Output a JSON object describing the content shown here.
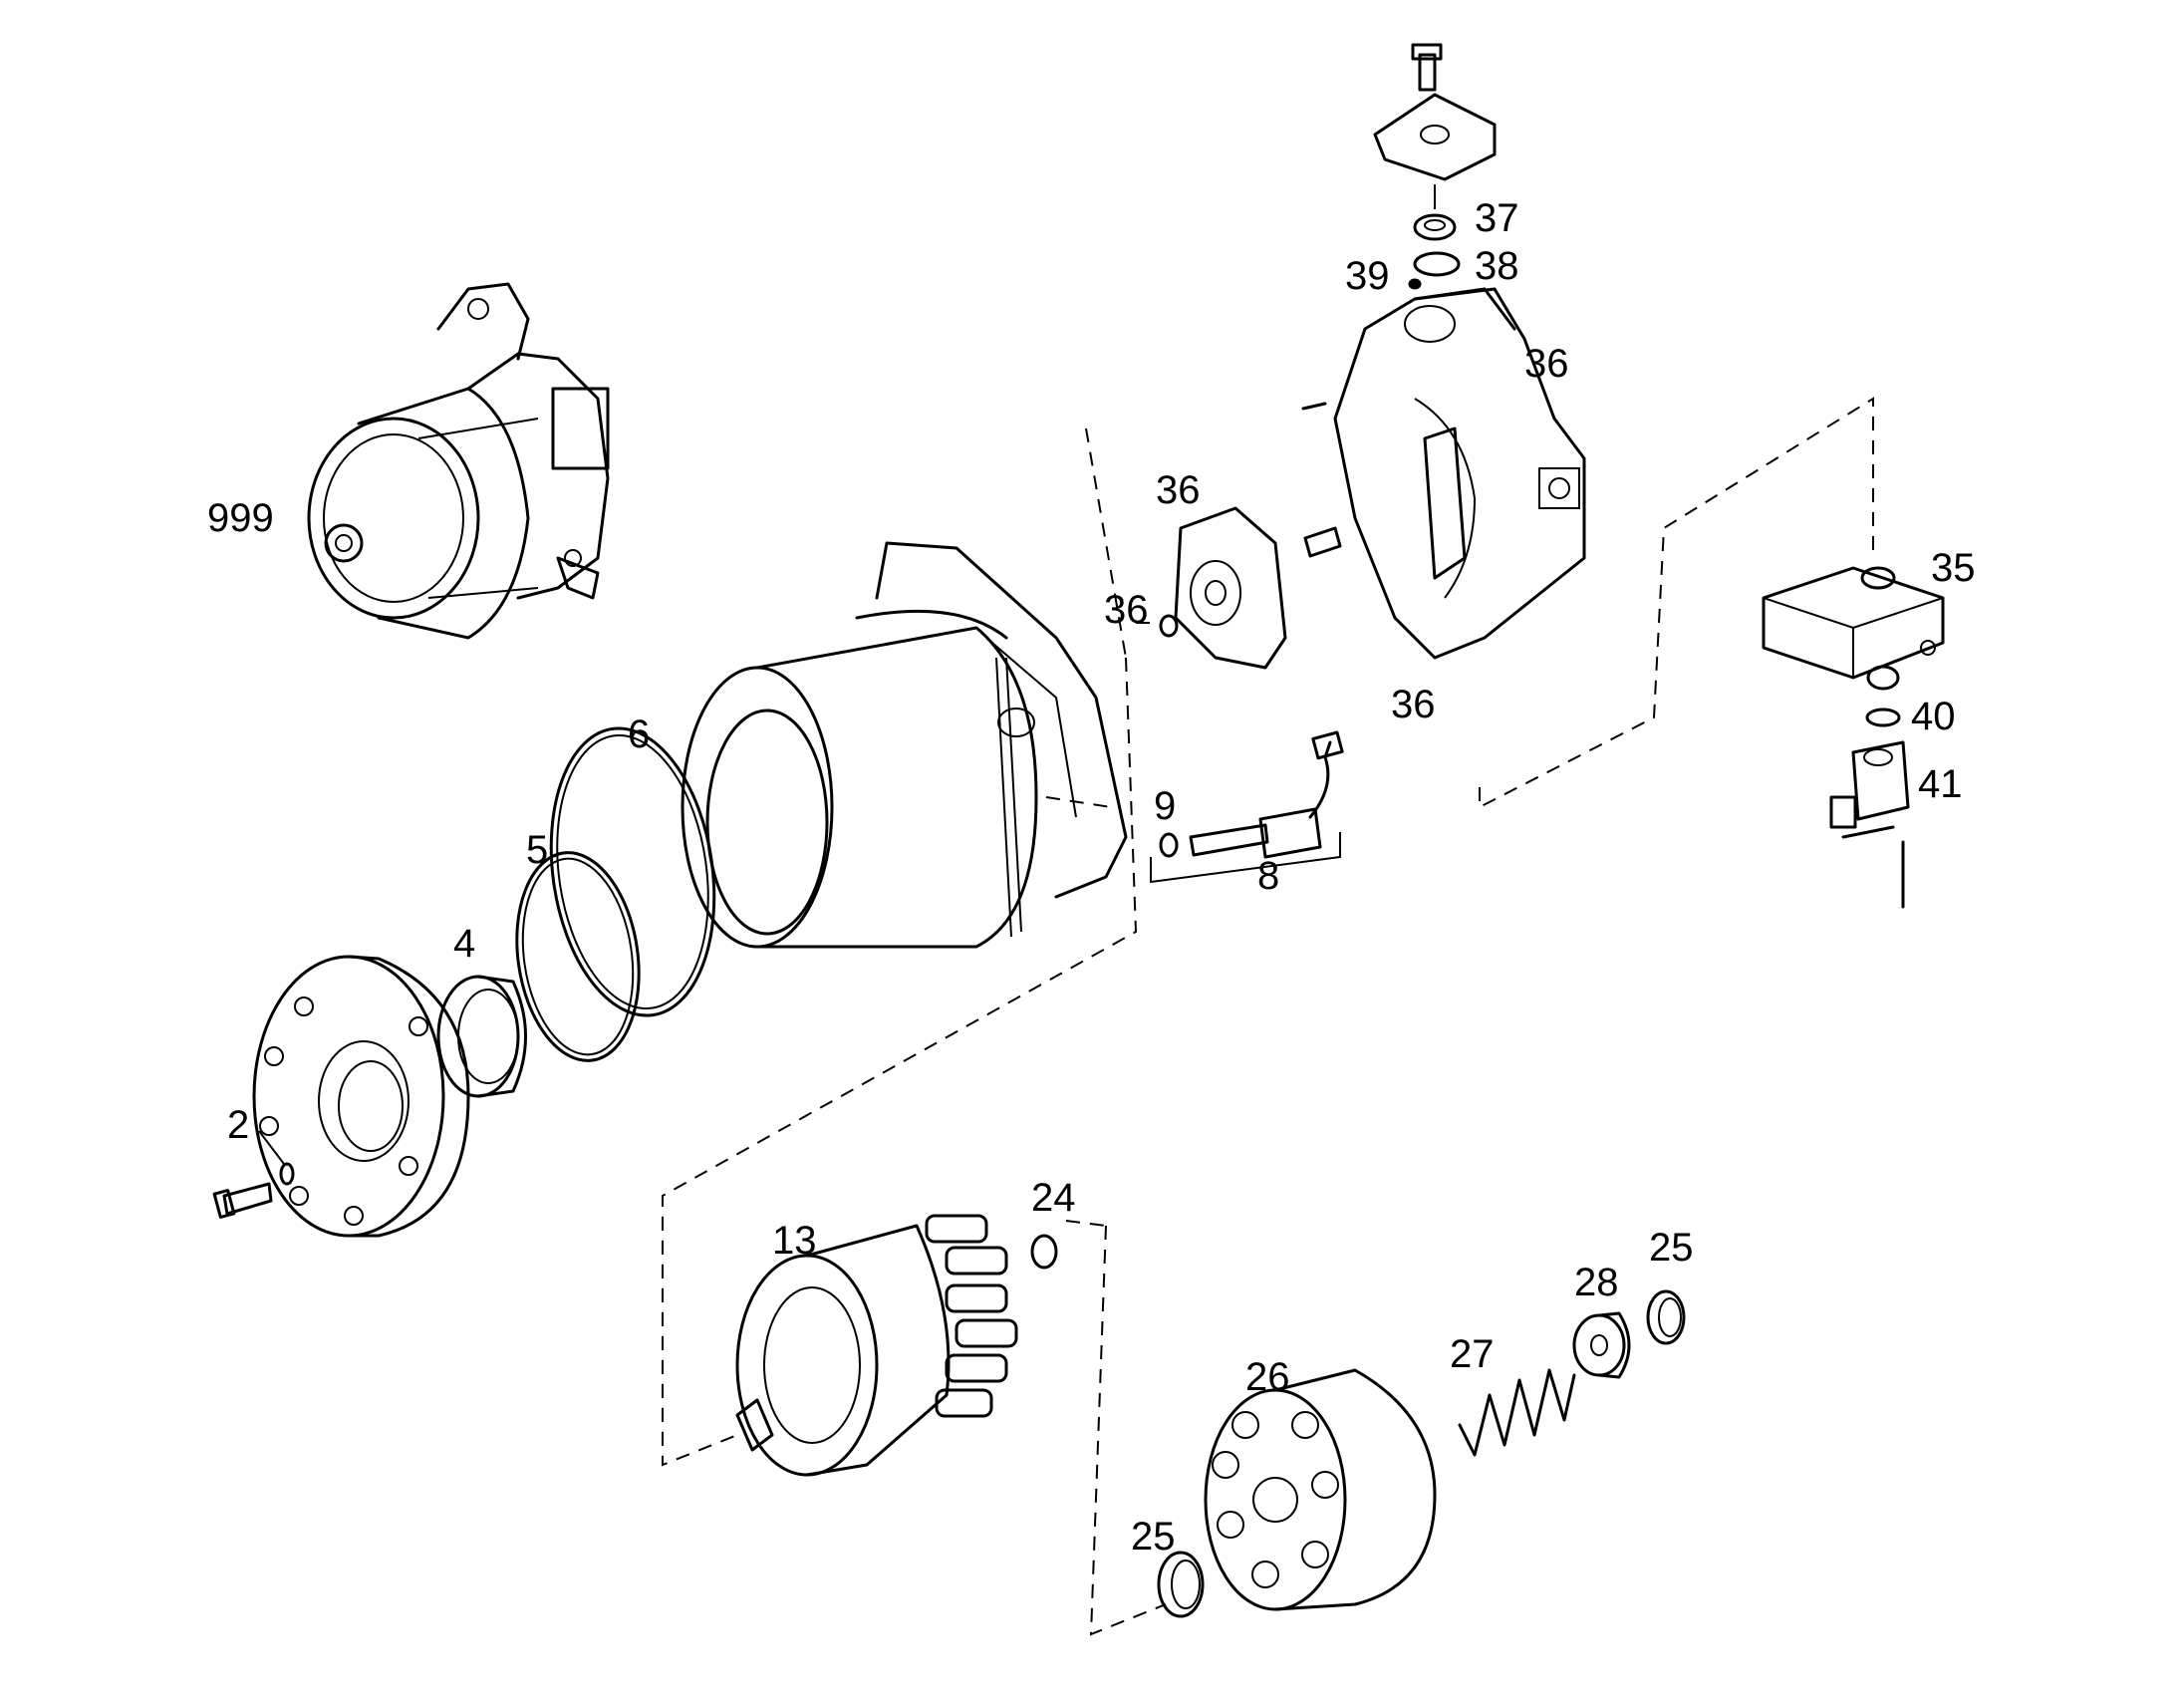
{
  "diagram": {
    "labels": {
      "p999": "999",
      "p2": "2",
      "p4": "4",
      "p5": "5",
      "p6": "6",
      "p8": "8",
      "p9": "9",
      "p13": "13",
      "p24": "24",
      "p25a": "25",
      "p25b": "25",
      "p26": "26",
      "p27": "27",
      "p28": "28",
      "p35": "35",
      "p36a": "36",
      "p36b": "36",
      "p36c": "36",
      "p36d": "36",
      "p37": "37",
      "p38": "38",
      "p39": "39",
      "p40": "40",
      "p41": "41"
    }
  }
}
